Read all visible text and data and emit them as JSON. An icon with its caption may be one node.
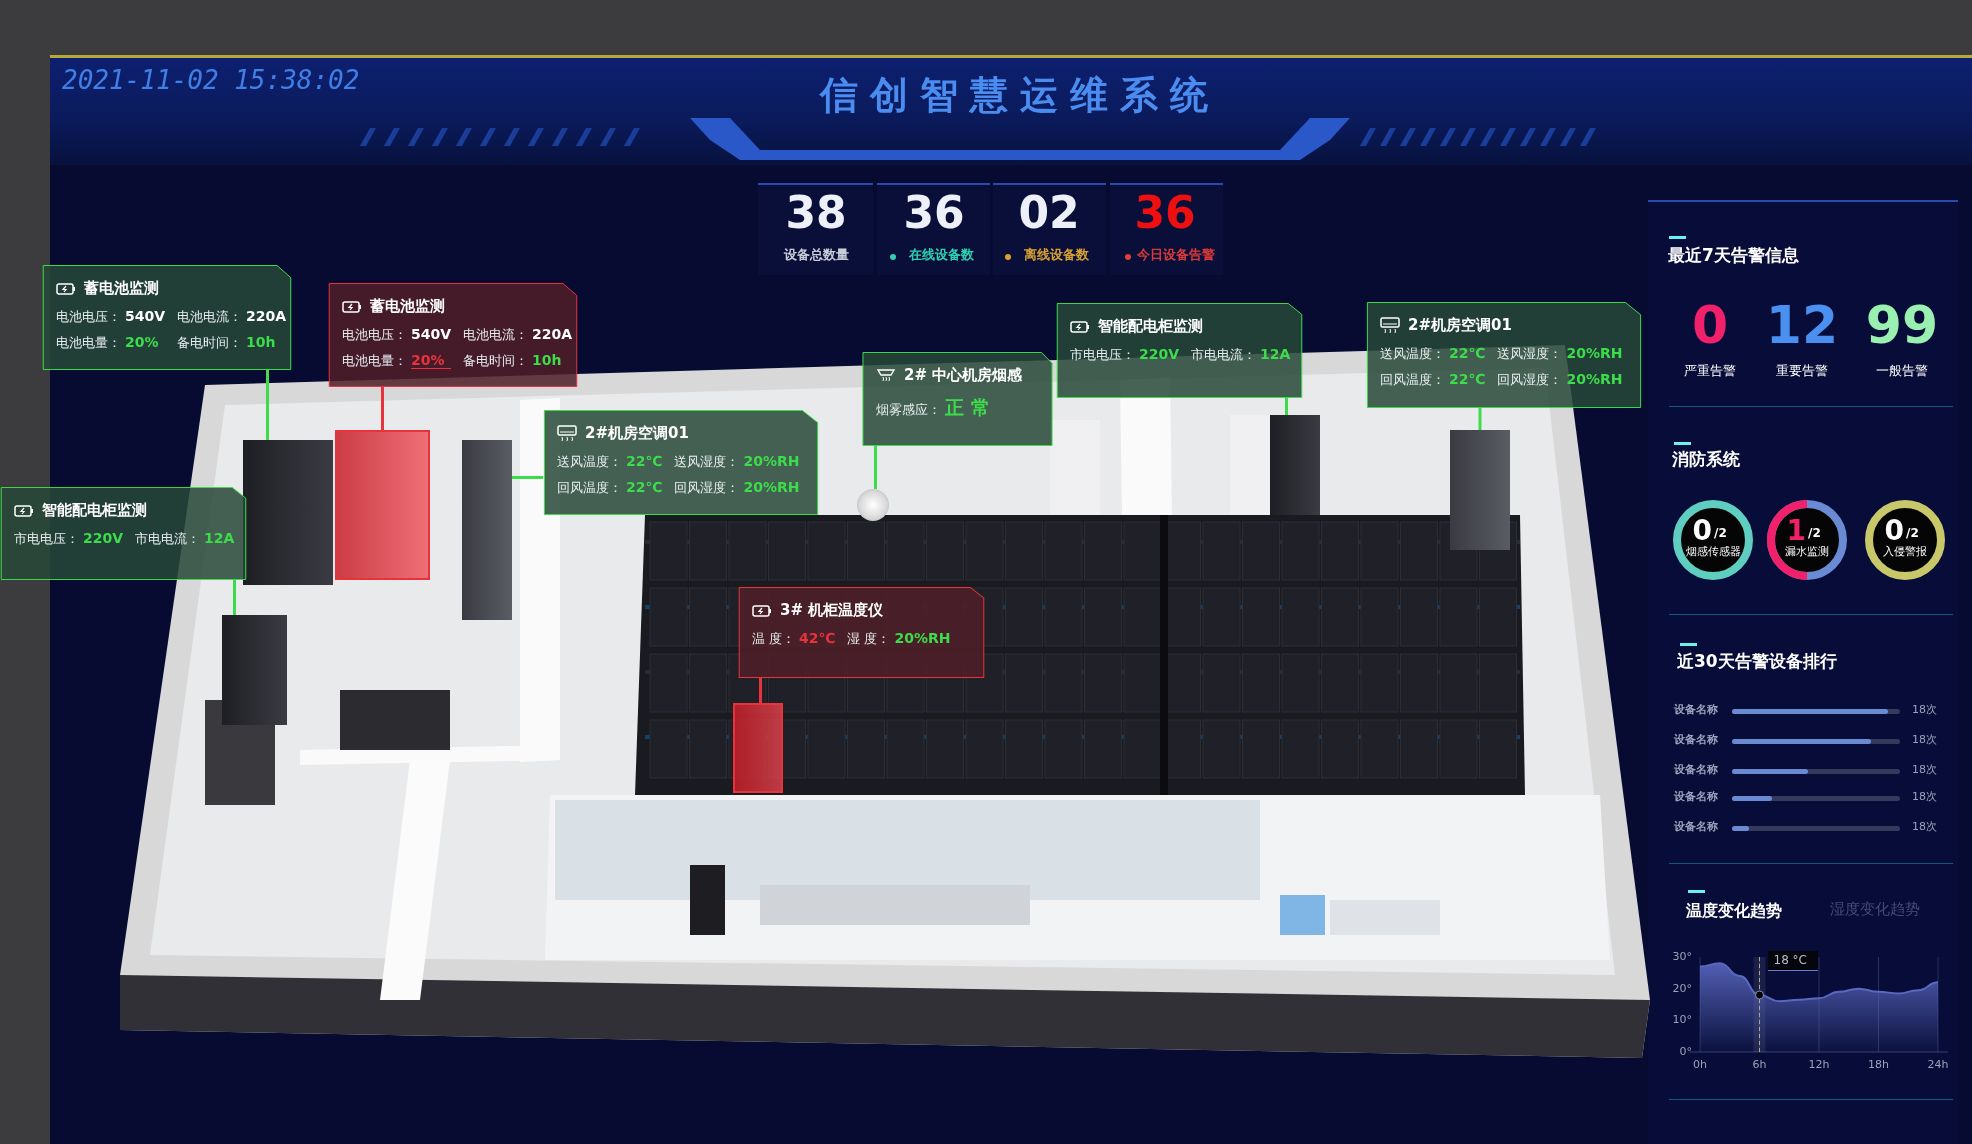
{
  "diagram": {
    "title": "信创智慧运维系统",
    "nodes": [
      {
        "text": [
          "蓄电池监测",
          "电池电压：",
          "540V",
          "电池电流：",
          "220A",
          "电池电量：",
          "20%",
          "备电时间：",
          "10h"
        ]
      },
      {
        "text": [
          "蓄电池监测",
          "电池电压：",
          "540V",
          "电池电流：",
          "220A",
          "电池电量：",
          "20%",
          "备电时间：",
          "10h"
        ]
      },
      {
        "text": [
          "智能配电柜监测",
          "市电电压：",
          "220V",
          "市电电流：",
          "12A"
        ]
      },
      {
        "text": [
          "2#机房空调01",
          "送风温度：",
          "22℃",
          "送风湿度：",
          "20%RH",
          "回风温度：",
          "22℃",
          "回风湿度：",
          "20%RH"
        ]
      },
      {
        "text": [
          "2# 中心机房烟感",
          "烟雾感应：",
          "正 常"
        ]
      },
      {
        "text": [
          "智能配电柜监测",
          "市电电压：",
          "220V",
          "市电电流：",
          "12A"
        ]
      },
      {
        "text": [
          "2#机房空调01",
          "送风温度：",
          "22℃",
          "送风湿度：",
          "20%RH",
          "回风温度：",
          "22℃",
          "回风湿度：",
          "20%RH"
        ]
      },
      {
        "text": [
          "3# 机柜温度仪",
          "温 度：",
          "42℃",
          "湿 度：",
          "20%RH"
        ]
      },
      {
        "text": [],
        "shape": "picture"
      },
      {
        "text": [],
        "shape": "picture"
      },
      {
        "text": [],
        "shape": "picture"
      },
      {
        "text": [],
        "shape": "picture"
      },
      {
        "text": [],
        "shape": "picture"
      },
      {
        "text": [],
        "shape": "picture"
      },
      {
        "text": [],
        "shape": "picture"
      },
      {
        "text": [],
        "shape": "picture"
      }
    ],
    "edges": [
      {
        "from": 0,
        "to": 8,
        "arrow": "none"
      },
      {
        "from": 1,
        "to": 9,
        "arrow": "none",
        "color": "#e8323c"
      },
      {
        "from": 2,
        "to": 10,
        "arrow": "none"
      },
      {
        "from": 3,
        "to": 11,
        "arrow": "none"
      },
      {
        "from": 4,
        "to": 12,
        "arrow": "none"
      },
      {
        "from": 5,
        "to": 13,
        "arrow": "none"
      },
      {
        "from": 6,
        "to": 14,
        "arrow": "none"
      },
      {
        "from": 7,
        "to": 15,
        "arrow": "none",
        "color": "#e8323c"
      }
    ],
    "labels": [
      "2021-11-02 15:38:02",
      "38",
      "设备总数量",
      "36",
      "在线设备数",
      "02",
      "离线设备数",
      "36",
      "今日设备告警",
      "最近7天告警信息",
      "0",
      "严重告警",
      "12",
      "重要告警",
      "99",
      "一般告警",
      "消防系统",
      "0",
      "/2",
      "烟感传感器",
      "1",
      "/2",
      "漏水监测",
      "0",
      "/2",
      "入侵警报",
      "近30天告警设备排行",
      "设备名称",
      "18次",
      "设备名称",
      "18次",
      "设备名称",
      "18次",
      "设备名称",
      "18次",
      "设备名称",
      "18次",
      "湿度变化趋势"
    ],
    "chart_data": {
      "type": "area",
      "title": "温度变化趋势",
      "x": [
        0,
        2,
        4,
        6,
        8,
        10,
        12,
        14,
        16,
        18,
        20,
        22,
        24
      ],
      "series": [
        {
          "color": "#5a68c0",
          "values": [
            27,
            28,
            24,
            18,
            16,
            16.5,
            17,
            19,
            20,
            19,
            18.5,
            19.5,
            22
          ]
        }
      ],
      "xlim": [
        0,
        24
      ],
      "ylim": [
        0,
        30
      ],
      "grid": true,
      "ref_lines": [
        {
          "axis": "x",
          "value": 6
        }
      ],
      "bands": [
        {
          "axis": "x",
          "from": 5.4,
          "to": 6.6
        }
      ],
      "xticks": [
        {
          "value": 0,
          "label": "0h"
        },
        {
          "value": 6,
          "label": "6h"
        },
        {
          "value": 12,
          "label": "12h"
        },
        {
          "value": 18,
          "label": "18h"
        },
        {
          "value": 24,
          "label": "24h"
        }
      ],
      "yticks": [
        {
          "value": 0,
          "label": "0°"
        },
        {
          "value": 10,
          "label": "10°"
        },
        {
          "value": 20,
          "label": "20°"
        },
        {
          "value": 30,
          "label": "30°"
        }
      ],
      "annotations": [
        {
          "x": 6,
          "y": 18,
          "text": "18 °C"
        }
      ]
    }
  }
}
